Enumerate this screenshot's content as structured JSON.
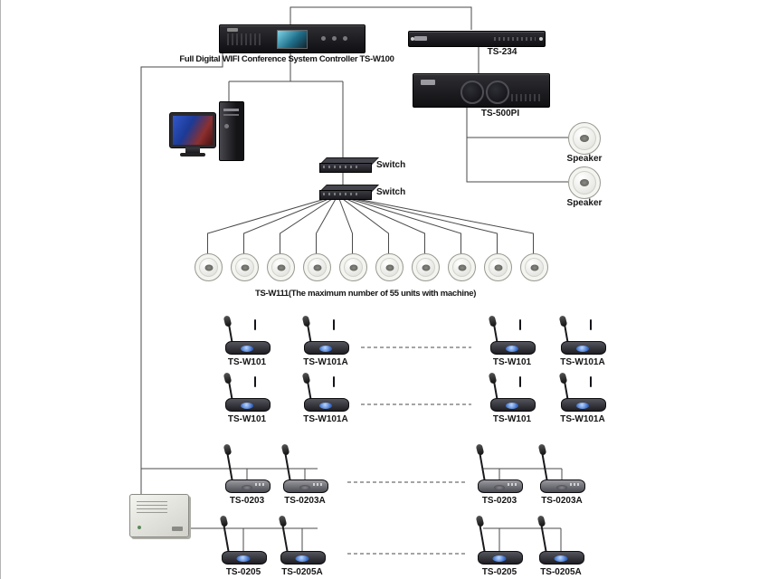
{
  "diagram": {
    "controller": {
      "label": "Full Digital WIFI Conference System Controller TS-W100"
    },
    "ts234": {
      "label": "TS-234"
    },
    "amplifier": {
      "label": "TS-500PI"
    },
    "speakers": [
      {
        "label": "Speaker"
      },
      {
        "label": "Speaker"
      }
    ],
    "switches": [
      {
        "label": "Switch"
      },
      {
        "label": "Switch"
      }
    ],
    "wifi_row": {
      "label": "TS-W111(The maximum number of 55 units with machine)",
      "unit_count": 10
    },
    "mic_rows": [
      {
        "units": [
          "TS-W101",
          "TS-W101A",
          "TS-W101",
          "TS-W101A"
        ]
      },
      {
        "units": [
          "TS-W101",
          "TS-W101A",
          "TS-W101",
          "TS-W101A"
        ]
      },
      {
        "units": [
          "TS-0203",
          "TS-0203A",
          "TS-0203",
          "TS-0203A"
        ]
      },
      {
        "units": [
          "TS-0205",
          "TS-0205A",
          "TS-0205",
          "TS-0205A"
        ]
      }
    ]
  },
  "colors": {
    "line": "#4a4a4a",
    "screen_blue": "#3a6cc8",
    "device_dark": "#1b1b1f"
  }
}
